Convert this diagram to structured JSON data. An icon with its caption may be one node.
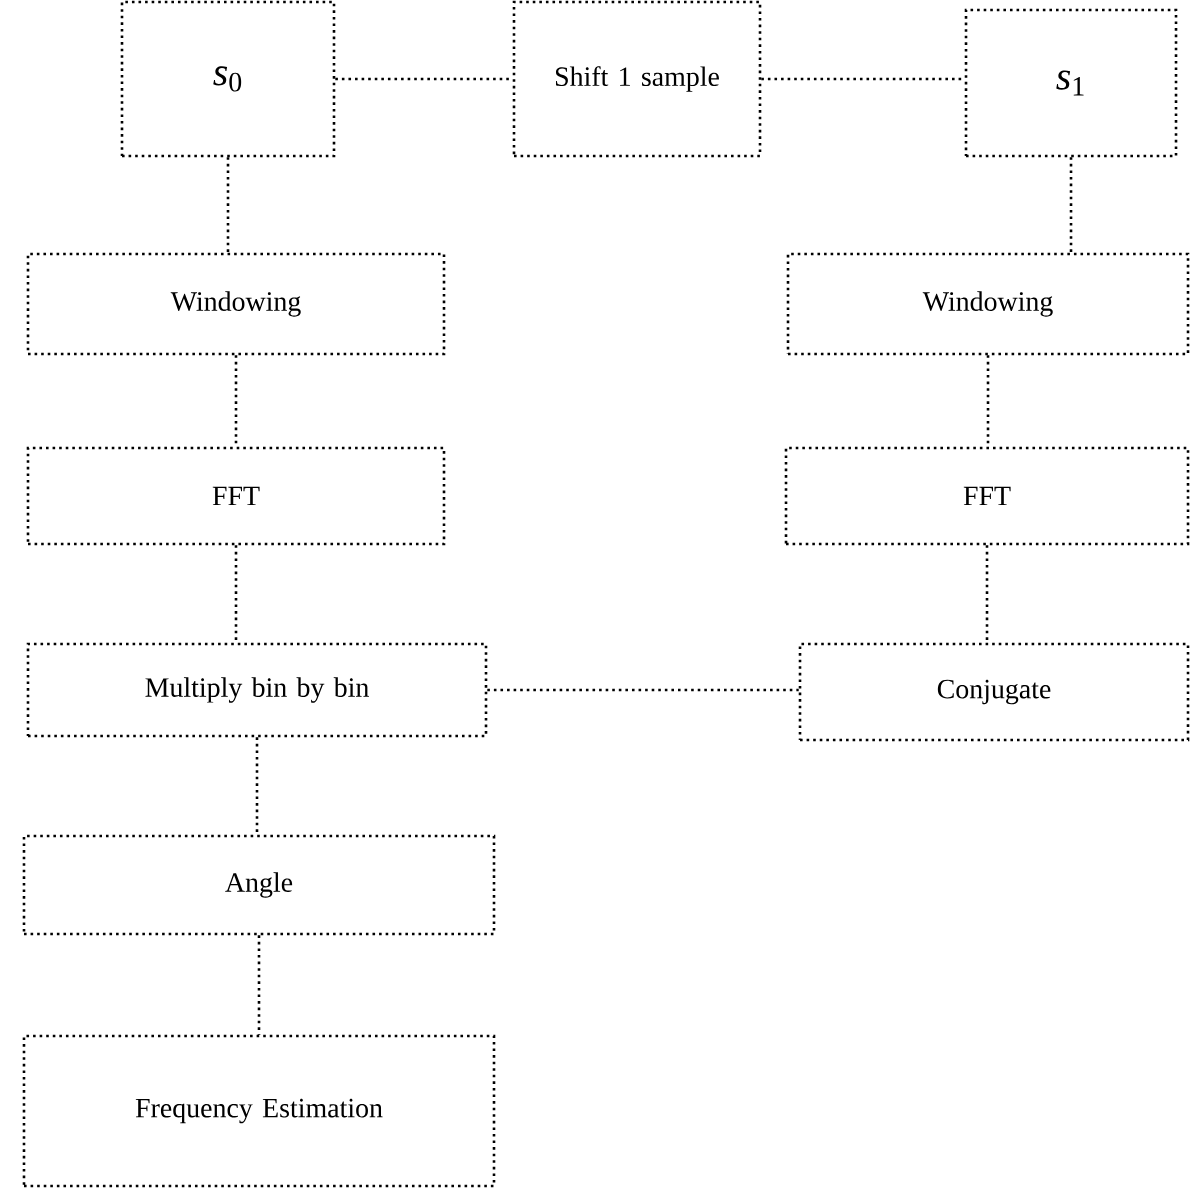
{
  "diagram": {
    "nodes": [
      {
        "text": [
          "*s*$_{0}$"
        ]
      },
      {
        "text": [
          "Shift 1 sample"
        ]
      },
      {
        "text": [
          "*s*$_{1}$"
        ]
      },
      {
        "text": [
          "Windowing"
        ]
      },
      {
        "text": [
          "Windowing"
        ]
      },
      {
        "text": [
          "FFT"
        ]
      },
      {
        "text": [
          "FFT"
        ]
      },
      {
        "text": [
          "Multiply bin by bin"
        ]
      },
      {
        "text": [
          "Conjugate"
        ]
      },
      {
        "text": [
          "Angle"
        ]
      },
      {
        "text": [
          "Frequency Estimation"
        ]
      }
    ],
    "edges": [
      {
        "from": 0,
        "to": 1,
        "arrow": "none"
      },
      {
        "from": 1,
        "to": 2,
        "arrow": "none"
      },
      {
        "from": 0,
        "to": 3,
        "arrow": "none"
      },
      {
        "from": 2,
        "to": 4,
        "arrow": "none"
      },
      {
        "from": 3,
        "to": 5,
        "arrow": "none"
      },
      {
        "from": 4,
        "to": 6,
        "arrow": "none"
      },
      {
        "from": 5,
        "to": 7,
        "arrow": "none"
      },
      {
        "from": 6,
        "to": 8,
        "arrow": "none"
      },
      {
        "from": 7,
        "to": 8,
        "arrow": "none"
      },
      {
        "from": 7,
        "to": 9,
        "arrow": "none"
      },
      {
        "from": 9,
        "to": 10,
        "arrow": "none"
      }
    ]
  }
}
